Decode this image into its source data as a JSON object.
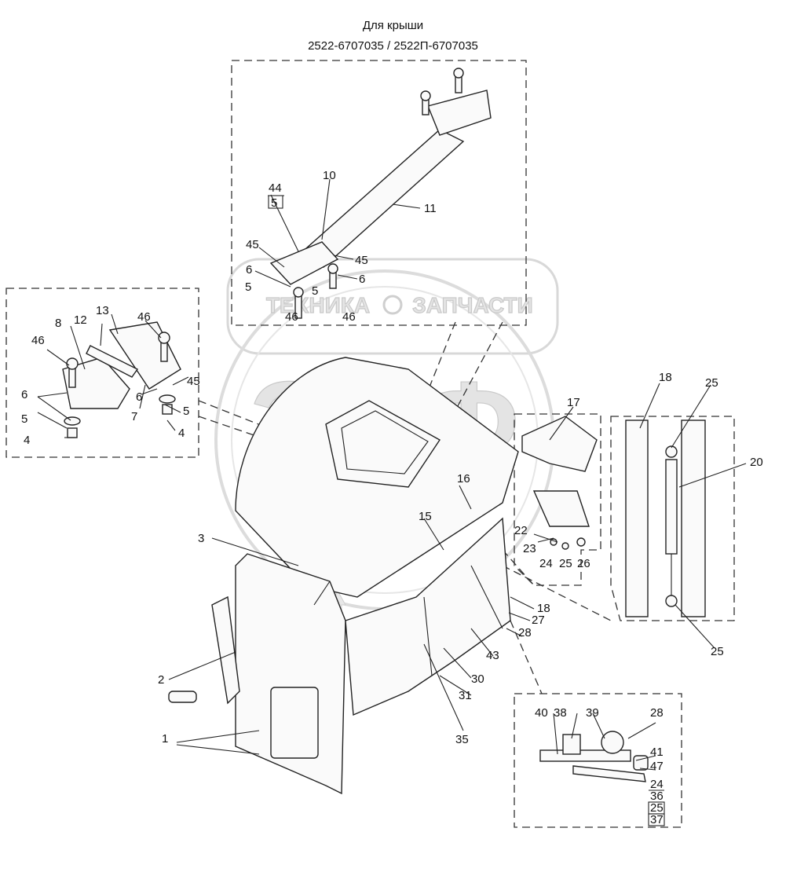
{
  "header": {
    "title": "Для крыши",
    "subtitle": "2522-6707035 / 2522П-6707035"
  },
  "watermark": {
    "logo_text": "ЭПФ",
    "brand_left": "ТЕХНИКА",
    "brand_right": "ЗАПЧАСТИ"
  },
  "callouts": {
    "c1": "1",
    "c2": "2",
    "c3": "3",
    "c4a": "4",
    "c4b": "4",
    "c5a": "5",
    "c5b": "5",
    "c5c": "5",
    "c5d": "5",
    "c6a": "6",
    "c6b": "6",
    "c6c": "6",
    "c6d": "6",
    "c7": "7",
    "c8": "8",
    "c10": "10",
    "c11": "11",
    "c12": "12",
    "c13": "13",
    "c15": "15",
    "c16": "16",
    "c17": "17",
    "c18a": "18",
    "c18b": "18",
    "c20": "20",
    "c22": "22",
    "c23": "23",
    "c24a": "24",
    "c24b": "24",
    "c25a": "25",
    "c25b": "25",
    "c25c": "25",
    "c25d": "25",
    "c26": "26",
    "c27": "27",
    "c28a": "28",
    "c28b": "28",
    "c30": "30",
    "c31": "31",
    "c35": "35",
    "c36": "36",
    "c37": "37",
    "c38": "38",
    "c39": "39",
    "c40": "40",
    "c41": "41",
    "c43": "43",
    "c44": "44",
    "c45a": "45",
    "c45b": "45",
    "c45c": "45",
    "c46a": "46",
    "c46b": "46",
    "c46c": "46",
    "c46d": "46",
    "c47": "47"
  }
}
